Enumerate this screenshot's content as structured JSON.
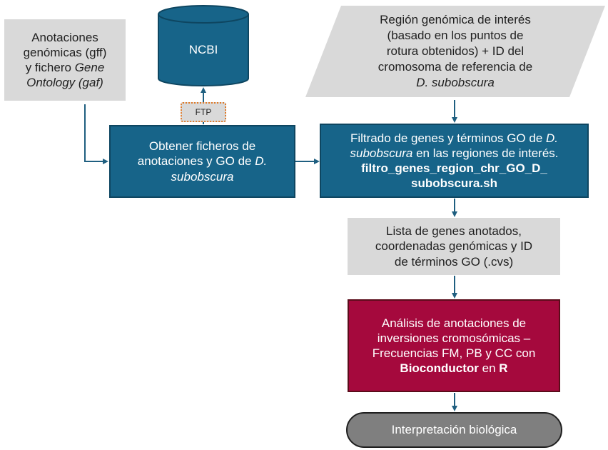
{
  "ncbi": {
    "label": "NCBI"
  },
  "ftp": {
    "label": "FTP"
  },
  "annotations": {
    "line1": "Anotaciones",
    "line2": "genómicas (gff)",
    "line3_a": "y fichero ",
    "line3_b": "Gene",
    "line4": "Ontology (gaf)"
  },
  "region": {
    "line1": "Región genómica de interés",
    "line2": "(basado en los puntos de",
    "line3": "rotura obtenidos) + ID del",
    "line4": "cromosoma de referencia de",
    "line5": "D. subobscura"
  },
  "obtain": {
    "line1": "Obtener ficheros de",
    "line2_a": "anotaciones y GO de ",
    "line2_b": "D.",
    "line3": "subobscura"
  },
  "filter": {
    "line1_a": "Filtrado de genes y términos GO de ",
    "line1_b": "D.",
    "line2_a": "subobscura",
    "line2_b": " en las regiones de interés.",
    "line3": "filtro_genes_region_chr_GO_D_",
    "line4": "subobscura.sh"
  },
  "list": {
    "line1": "Lista de genes anotados,",
    "line2": "coordenadas genómicas y ID",
    "line3": "de términos GO (.cvs)"
  },
  "analysis": {
    "line1": "Análisis de anotaciones de",
    "line2": "inversiones cromosómicas –",
    "line3": "Frecuencias FM, PB y CC con",
    "line4_a": "Bioconductor",
    "line4_b": " en ",
    "line4_c": "R"
  },
  "interpretation": {
    "label": "Interpretación biológica"
  },
  "colors": {
    "process_blue": "#176489",
    "analysis_red": "#a5093d",
    "data_grey": "#d9d9d9",
    "terminal_grey": "#7f7f7f",
    "arrow": "#1f5f80",
    "ftp_border": "#e07b2a"
  }
}
